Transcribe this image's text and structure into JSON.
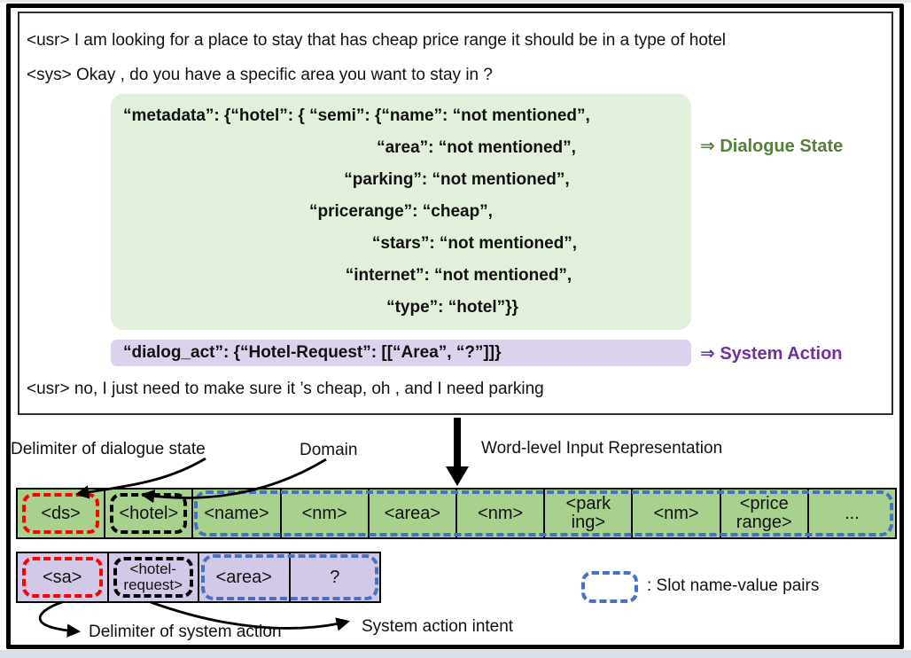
{
  "dialogue": {
    "lines": [
      "<usr> I am looking for a place to stay that has cheap price range it should be in a type of hotel",
      "<sys> Okay , do you have a specific area you want to stay in ?",
      "<usr> no, I just need to make sure it ’s cheap, oh , and I need parking"
    ]
  },
  "dialogue_state": {
    "lines": [
      "“metadata”: {“hotel”: { “semi”: {“name”: “not mentioned”,",
      "“area”: “not mentioned”,",
      "“parking”: “not mentioned”,",
      "“pricerange”: “cheap”,",
      "“stars”: “not mentioned”,",
      "“internet”: “not mentioned”,",
      "“type”: “hotel”}}"
    ],
    "label": "⇒ Dialogue State"
  },
  "system_action": {
    "text": "“dialog_act”: {“Hotel-Request”: [[“Area”, “?”]]}",
    "label": "⇒ System Action"
  },
  "annotations": {
    "delimiter_dialogue_state": "Delimiter of dialogue state",
    "domain": "Domain",
    "word_level_title": "Word-level Input Representation",
    "delimiter_system_action": "Delimiter of system action",
    "system_action_intent": "System action intent",
    "legend_label": ": Slot name-value pairs"
  },
  "state_tokens": [
    "<ds>",
    "<hotel>",
    "<name>",
    "<nm>",
    "<area>",
    "<nm>",
    "<park ing>",
    "<nm>",
    "<price range>",
    "..."
  ],
  "action_tokens": [
    "<sa>",
    "<hotel- request>",
    "<area>",
    "?"
  ],
  "colors": {
    "dialogue_state_bg": "#e2efda",
    "system_action_bg": "#ddd2ee",
    "state_row_bg": "#a9d18e",
    "action_row_bg": "#d2c9e8",
    "delimiter_dashed": "#fe0000",
    "domain_dashed": "#000000",
    "slot_pair_dashed": "#4472c4",
    "dialogue_state_label": "#538135",
    "system_action_label": "#7030a0"
  }
}
